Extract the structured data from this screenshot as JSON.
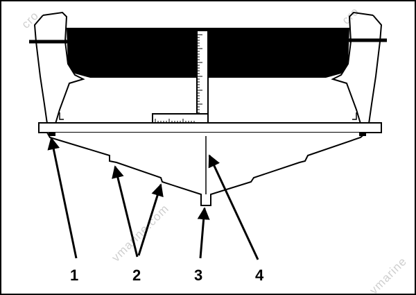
{
  "callouts": [
    {
      "id": "1",
      "label": "1"
    },
    {
      "id": "2",
      "label": "2"
    },
    {
      "id": "3",
      "label": "3"
    },
    {
      "id": "4",
      "label": "4"
    }
  ],
  "watermark": {
    "text_top_left": "cro",
    "text_top_right": "cro",
    "text_center": "vmarine.com",
    "text_bottom_right": "vmarine"
  },
  "colors": {
    "ink": "#000000",
    "paper": "#ffffff",
    "watermark": "#cfcfcf"
  }
}
